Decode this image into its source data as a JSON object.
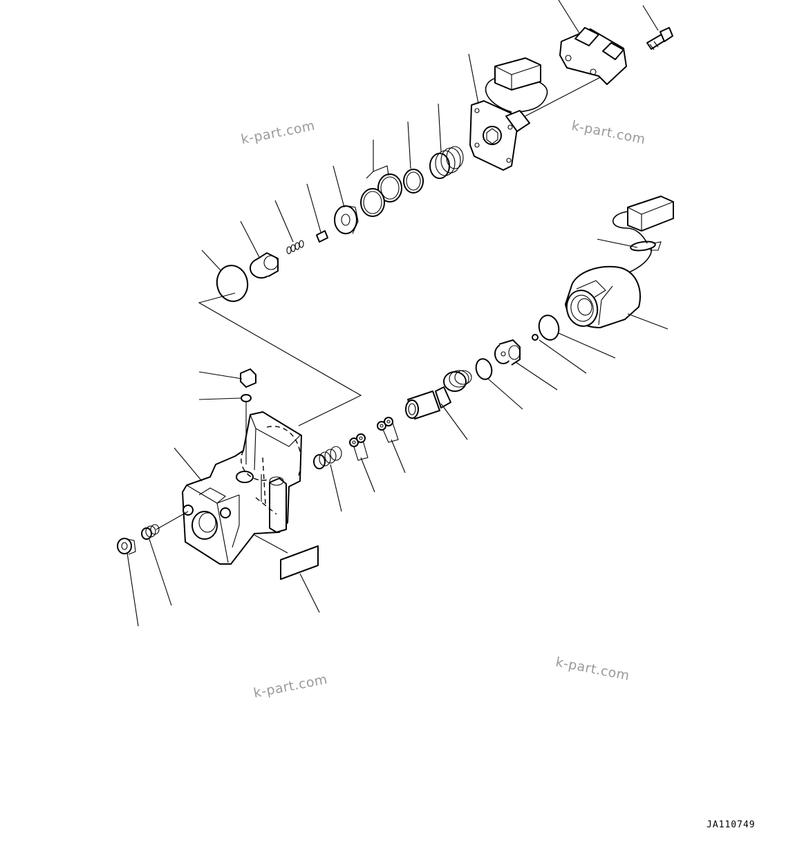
{
  "watermarks": [
    "k-part.com",
    "k-part.com",
    "k-part.com",
    "k-part.com"
  ],
  "drawing_code": "JA110749"
}
